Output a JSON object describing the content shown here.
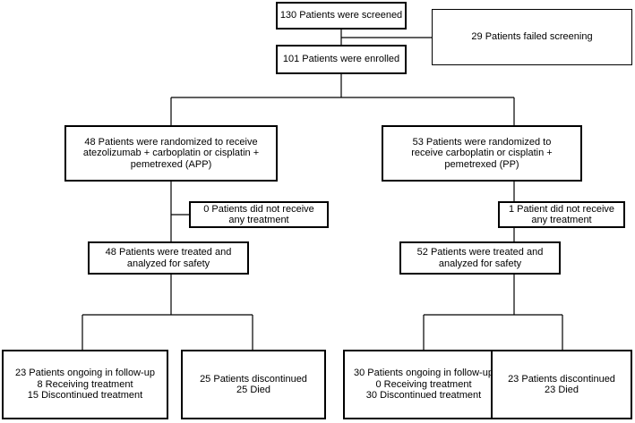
{
  "screened": {
    "text": "130 Patients were screened"
  },
  "failed": {
    "text": "29 Patients failed screening"
  },
  "enrolled": {
    "text": "101 Patients were enrolled"
  },
  "arm_app": {
    "randomized": [
      "48 Patients were randomized to receive",
      "atezolizumab + carboplatin or cisplatin +",
      "pemetrexed (APP)"
    ],
    "no_treatment": [
      "0 Patients did not receive",
      "any treatment"
    ],
    "treated": [
      "48 Patients were treated and",
      "analyzed for safety"
    ],
    "ongoing": [
      "23 Patients ongoing in follow-up",
      "8 Receiving treatment",
      "15 Discontinued treatment"
    ],
    "discontinued": [
      "25 Patients discontinued",
      "25 Died"
    ]
  },
  "arm_pp": {
    "randomized": [
      "53  Patients were randomized to",
      "receive carboplatin or cisplatin +",
      "pemetrexed (PP)"
    ],
    "no_treatment": [
      "1 Patient did not receive",
      "any treatment"
    ],
    "treated": [
      "52 Patients were treated and",
      "analyzed for safety"
    ],
    "ongoing": [
      "30 Patients ongoing in follow-up",
      "0 Receiving treatment",
      "30 Discontinued treatment"
    ],
    "discontinued": [
      "23 Patients discontinued",
      "23 Died"
    ]
  }
}
